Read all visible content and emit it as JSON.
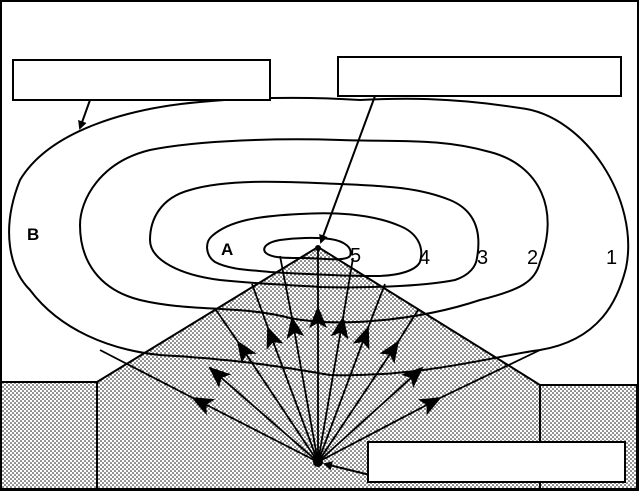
{
  "diagram": {
    "point_labels": {
      "a": "A",
      "b": "B"
    },
    "contour_labels": [
      "1",
      "2",
      "3",
      "4",
      "5"
    ],
    "blank_boxes": [
      {
        "name": "label-box-outer-contour",
        "text": ""
      },
      {
        "name": "label-box-summit",
        "text": ""
      },
      {
        "name": "label-box-source",
        "text": ""
      }
    ],
    "colors": {
      "ink": "#000000",
      "paper": "#ffffff",
      "stipple": "#000000"
    }
  }
}
